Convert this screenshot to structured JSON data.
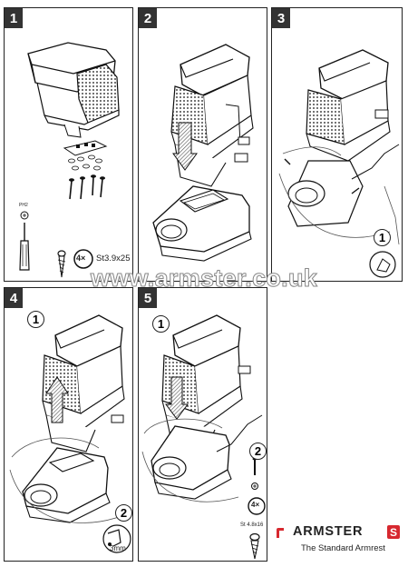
{
  "steps": [
    {
      "number": "1"
    },
    {
      "number": "2"
    },
    {
      "number": "3"
    },
    {
      "number": "4"
    },
    {
      "number": "5"
    }
  ],
  "step1": {
    "screwdriver_label": "PH2",
    "screw_count": "4×",
    "screw_spec": "St3.9x25"
  },
  "step3": {
    "callout": "1"
  },
  "step4": {
    "callout_top": "1",
    "callout_bottom": "2",
    "measure": "3mm"
  },
  "step5": {
    "callout_top": "1",
    "callout_right": "2",
    "screw_count": "4×",
    "screw_spec": "St 4.8x16"
  },
  "watermark": "www.armster.co.uk",
  "brand": {
    "name": "ARMSTER",
    "badge": "S",
    "tagline": "The Standard Armrest",
    "accent_color": "#d7282f"
  }
}
